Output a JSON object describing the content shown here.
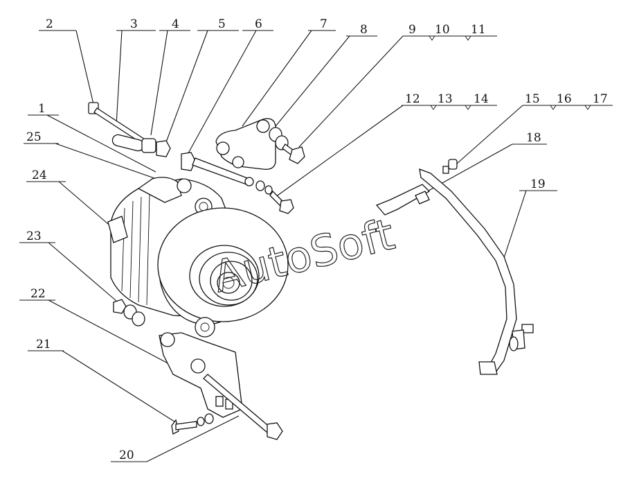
{
  "watermark": "AutoSoft",
  "callouts": [
    {
      "id": "1",
      "text": "1"
    },
    {
      "id": "2",
      "text": "2"
    },
    {
      "id": "3",
      "text": "3"
    },
    {
      "id": "4",
      "text": "4"
    },
    {
      "id": "5",
      "text": "5"
    },
    {
      "id": "6",
      "text": "6"
    },
    {
      "id": "7",
      "text": "7"
    },
    {
      "id": "8",
      "text": "8"
    },
    {
      "id": "9",
      "text": "9"
    },
    {
      "id": "10",
      "text": "10"
    },
    {
      "id": "11",
      "text": "11"
    },
    {
      "id": "12",
      "text": "12"
    },
    {
      "id": "13",
      "text": "13"
    },
    {
      "id": "14",
      "text": "14"
    },
    {
      "id": "15",
      "text": "15"
    },
    {
      "id": "16",
      "text": "16"
    },
    {
      "id": "17",
      "text": "17"
    },
    {
      "id": "18",
      "text": "18"
    },
    {
      "id": "19",
      "text": "19"
    },
    {
      "id": "20",
      "text": "20"
    },
    {
      "id": "21",
      "text": "21"
    },
    {
      "id": "22",
      "text": "22"
    },
    {
      "id": "23",
      "text": "23"
    },
    {
      "id": "24",
      "text": "24"
    },
    {
      "id": "25",
      "text": "25"
    }
  ]
}
